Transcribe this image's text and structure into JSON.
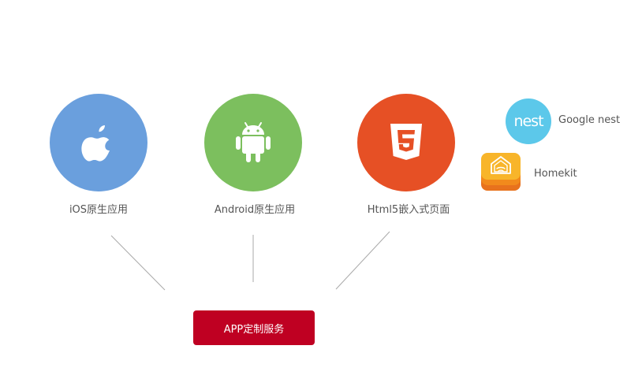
{
  "platforms": [
    {
      "id": "ios",
      "label": "iOS原生应用",
      "color": "#6a9fdd",
      "icon": "apple-icon"
    },
    {
      "id": "android",
      "label": "Android原生应用",
      "color": "#7cbf5e",
      "icon": "android-icon"
    },
    {
      "id": "html5",
      "label": "Html5嵌入式页面",
      "color": "#e65025",
      "icon": "html5-icon"
    }
  ],
  "integrations": [
    {
      "id": "google-nest",
      "label": "Google nest",
      "logo_text": "nest",
      "color": "#5cc8ea",
      "icon": "nest-logo-icon"
    },
    {
      "id": "homekit",
      "label": "Homekit",
      "color": "#f5b020",
      "icon": "homekit-icon"
    }
  ],
  "cta": {
    "label": "APP定制服务",
    "color": "#bf0022"
  },
  "colors": {
    "line": "#aaaaaa",
    "text": "#555555"
  }
}
